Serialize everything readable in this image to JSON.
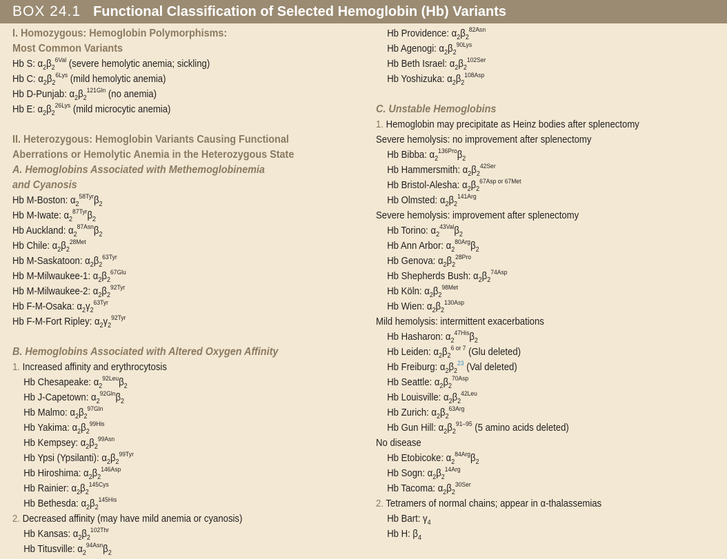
{
  "header": {
    "box_label": "BOX 24.1",
    "title": "Functional Classification of Selected Hemoglobin (Hb) Variants"
  },
  "left": {
    "sec1_line1": "I. Homozygous: Hemoglobin Polymorphisms:",
    "sec1_line2": "Most Common Variants",
    "hbS": {
      "name": "Hb S:",
      "sup": "6Val",
      "note": " (severe hemolytic anemia; sickling)"
    },
    "hbC": {
      "name": "Hb C:",
      "sup": "6Lys",
      "note": " (mild hemolytic anemia)"
    },
    "hbDPunjab": {
      "name": "Hb D-Punjab:",
      "sup": "121Gln",
      "note": " (no anemia)"
    },
    "hbE": {
      "name": "Hb E:",
      "sup": "26Lys",
      "note": " (mild microcytic anemia)"
    },
    "sec2_line1": "II. Heterozygous: Hemoglobin Variants Causing Functional",
    "sec2_line2": "Aberrations or Hemolytic Anemia in the Heterozygous State",
    "secA_line1": "A. Hemoglobins Associated with Methemoglobinemia",
    "secA_line2": "and Cyanosis",
    "mBoston": {
      "name": "Hb M-Boston:",
      "sup": "58Tyr"
    },
    "mIwate": {
      "name": "Hb M-Iwate:",
      "sup": "87Tyr"
    },
    "auckland": {
      "name": "Hb Auckland:",
      "sup": "87Asn"
    },
    "chile": {
      "name": "Hb Chile:",
      "sup": "28Met"
    },
    "mSaskatoon": {
      "name": "Hb M-Saskatoon:",
      "sup": "63Tyr"
    },
    "mMilwaukee1": {
      "name": "Hb M-Milwaukee-1:",
      "sup": "67Glu"
    },
    "mMilwaukee2": {
      "name": "Hb M-Milwaukee-2:",
      "sup": "92Tyr"
    },
    "fmOsaka": {
      "name": "Hb F-M-Osaka:",
      "sup": "63Tyr"
    },
    "fmFortRipley": {
      "name": "Hb F-M-Fort Ripley:",
      "sup": "92Tyr"
    },
    "secB": "B. Hemoglobins Associated with Altered Oxygen Affinity",
    "b1": {
      "num": "1.",
      "text": " Increased affinity and erythrocytosis"
    },
    "chesapeake": {
      "name": "Hb Chesapeake:",
      "sup": "92Leu"
    },
    "jCapetown": {
      "name": "Hb J-Capetown:",
      "sup": "92Gln"
    },
    "malmo": {
      "name": "Hb Malmo:",
      "sup": "97Gln"
    },
    "yakima": {
      "name": "Hb Yakima:",
      "sup": "99His"
    },
    "kempsey": {
      "name": "Hb Kempsey:",
      "sup": "99Asn"
    },
    "ypsi": {
      "name": "Hb Ypsi (Ypsilanti):",
      "sup": "99Tyr"
    },
    "hiroshima": {
      "name": "Hb Hiroshima:",
      "sup": "146Asp"
    },
    "rainier": {
      "name": "Hb Rainier:",
      "sup": "145Cys"
    },
    "bethesda": {
      "name": "Hb Bethesda:",
      "sup": "145His"
    },
    "b2": {
      "num": "2.",
      "text": " Decreased affinity (may have mild anemia or cyanosis)"
    },
    "kansas": {
      "name": "Hb Kansas:",
      "sup": "102Thr"
    },
    "titusville": {
      "name": "Hb Titusville:",
      "sup": "94Asn"
    }
  },
  "right": {
    "providence": {
      "name": "Hb Providence:",
      "sup": "82Asn"
    },
    "agenogi": {
      "name": "Hb Agenogi:",
      "sup": "90Lys"
    },
    "bethIsrael": {
      "name": "Hb Beth Israel:",
      "sup": "102Ser"
    },
    "yoshizuka": {
      "name": "Hb Yoshizuka:",
      "sup": "108Asp"
    },
    "secC": "C. Unstable Hemoglobins",
    "c1": {
      "num": "1.",
      "text": " Hemoglobin may precipitate as Heinz bodies after splenectomy"
    },
    "severeNoImprove": "Severe hemolysis: no improvement after splenectomy",
    "bibba": {
      "name": "Hb Bibba:",
      "sup": "136Pro"
    },
    "hammersmith": {
      "name": "Hb Hammersmith:",
      "sup": "42Ser"
    },
    "bristol": {
      "name": "Hb Bristol-Alesha:",
      "sup": "67Asp or 67Met"
    },
    "olmsted": {
      "name": "Hb Olmsted:",
      "sup": "141Arg"
    },
    "severeImprove": "Severe hemolysis: improvement after splenectomy",
    "torino": {
      "name": "Hb Torino:",
      "sup": "43Val"
    },
    "annArbor": {
      "name": "Hb Ann Arbor:",
      "sup": "80Arg"
    },
    "genova": {
      "name": "Hb Genova:",
      "sup": "28Pro"
    },
    "shepherds": {
      "name": "Hb Shepherds Bush:",
      "sup": "74Asp"
    },
    "koln": {
      "name": "Hb Köln:",
      "sup": "98Met"
    },
    "wien": {
      "name": "Hb Wien:",
      "sup": "130Asp"
    },
    "mild": "Mild hemolysis: intermittent exacerbations",
    "hasharon": {
      "name": "Hb Hasharon:",
      "sup": "47His"
    },
    "leiden": {
      "name": "Hb Leiden:",
      "sup": "6 or 7",
      "note": " (Glu deleted)"
    },
    "freiburg": {
      "name": "Hb Freiburg:",
      "sup": "23",
      "note": " (Val deleted)"
    },
    "seattle": {
      "name": "Hb Seattle:",
      "sup": "70Asp"
    },
    "louisville": {
      "name": "Hb Louisville:",
      "sup": "42Leu"
    },
    "zurich": {
      "name": "Hb Zurich:",
      "sup": "63Arg"
    },
    "gunHill": {
      "name": "Hb Gun Hill:",
      "sup": "91–95",
      "note": " (5 amino acids deleted)"
    },
    "noDisease": "No disease",
    "etobicoke": {
      "name": "Hb Etobicoke:",
      "sup": "84Arg"
    },
    "sogn": {
      "name": "Hb Sogn:",
      "sup": "14Arg"
    },
    "tacoma": {
      "name": "Hb Tacoma:",
      "sup": "30Ser"
    },
    "c2": {
      "num": "2.",
      "text": " Tetramers of normal chains; appear in α-thalassemias"
    },
    "bart": {
      "name": "Hb Bart:"
    },
    "hbH": {
      "name": "Hb H:"
    }
  }
}
